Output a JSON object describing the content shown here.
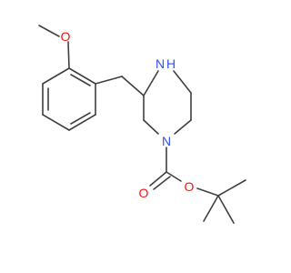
{
  "molecule": {
    "atoms": {
      "ether_oxygen": "O",
      "ring_amine_nitrogen": "N",
      "ring_amine_hydrogen": "H",
      "carbamate_nitrogen": "N",
      "carbonyl_oxygen": "O",
      "ester_oxygen": "O"
    }
  }
}
